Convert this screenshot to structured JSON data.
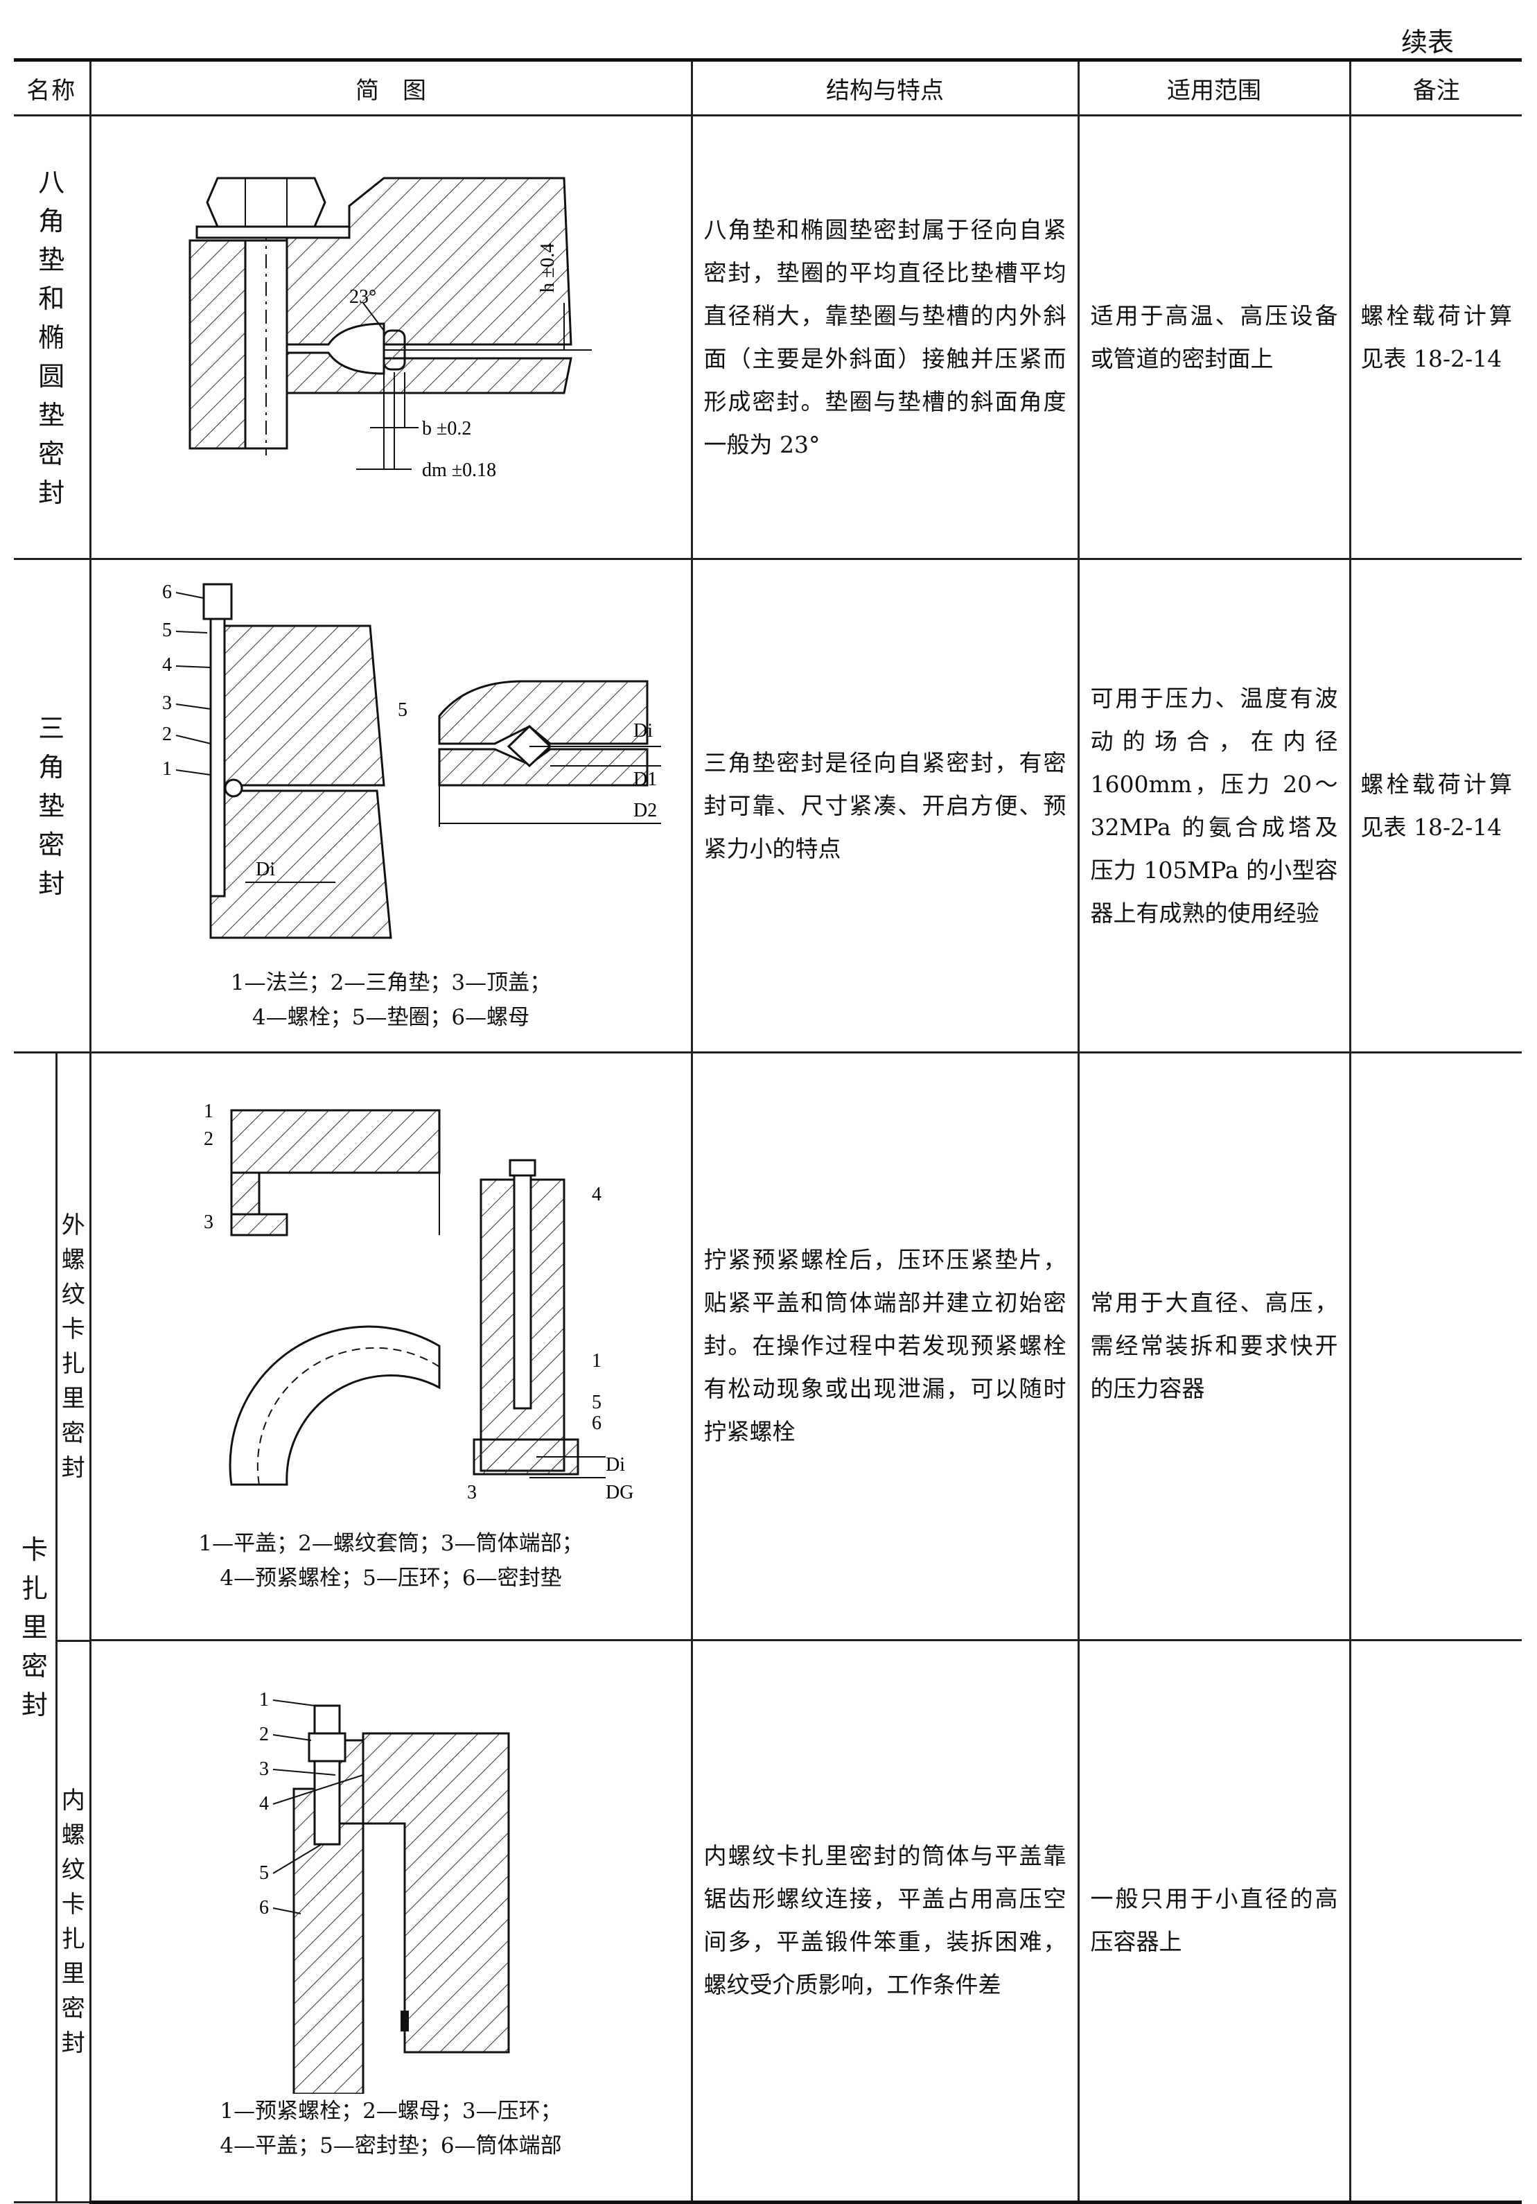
{
  "continuation_label": "续表",
  "headers": {
    "name": "名称",
    "figure": "简　图",
    "structure": "结构与特点",
    "scope": "适用范围",
    "note": "备注"
  },
  "rows": [
    {
      "name": "八角垫和椭圆垫密封",
      "figure_labels": {
        "angle": "23°",
        "h": "h ±0.4",
        "b": "b ±0.2",
        "dm": "dm ±0.18"
      },
      "structure": "八角垫和椭圆垫密封属于径向自紧密封，垫圈的平均直径比垫槽平均直径稍大，靠垫圈与垫槽的内外斜面（主要是外斜面）接触并压紧而形成密封。垫圈与垫槽的斜面角度一般为 23°",
      "scope": "适用于高温、高压设备或管道的密封面上",
      "note": "螺栓载荷计算见表 18-2-14"
    },
    {
      "name": "三角垫密封",
      "figure_labels": {
        "n1": "1",
        "n2": "2",
        "n3": "3",
        "n4": "4",
        "n5": "5",
        "n6": "6",
        "Di": "Di",
        "D1": "D1",
        "D2": "D2",
        "five": "5"
      },
      "caption_line1": "1—法兰；2—三角垫；3—顶盖；",
      "caption_line2": "4—螺栓；5—垫圈；6—螺母",
      "structure": "三角垫密封是径向自紧密封，有密封可靠、尺寸紧凑、开启方便、预紧力小的特点",
      "scope": "可用于压力、温度有波动的场合，在内径 1600mm，压力 20～32MPa 的氨合成塔及压力 105MPa 的小型容器上有成熟的使用经验",
      "note": "螺栓载荷计算见表 18-2-14"
    }
  ],
  "group": {
    "name": "卡扎里密封",
    "sub": [
      {
        "name": "外螺纹卡扎里密封",
        "figure_labels": {
          "n1": "1",
          "n2": "2",
          "n3": "3",
          "n4": "4",
          "n5": "5",
          "n6": "6",
          "Di": "Di",
          "DG": "DG"
        },
        "caption_line1": "1—平盖；2—螺纹套筒；3—筒体端部；",
        "caption_line2": "4—预紧螺栓；5—压环；6—密封垫",
        "structure": "拧紧预紧螺栓后，压环压紧垫片，贴紧平盖和筒体端部并建立初始密封。在操作过程中若发现预紧螺栓有松动现象或出现泄漏，可以随时拧紧螺栓",
        "scope": "常用于大直径、高压，需经常装拆和要求快开的压力容器",
        "note": ""
      },
      {
        "name": "内螺纹卡扎里密封",
        "figure_labels": {
          "n1": "1",
          "n2": "2",
          "n3": "3",
          "n4": "4",
          "n5": "5",
          "n6": "6"
        },
        "caption_line1": "1—预紧螺栓；2—螺母；3—压环；",
        "caption_line2": "4—平盖；5—密封垫；6—筒体端部",
        "structure": "内螺纹卡扎里密封的筒体与平盖靠锯齿形螺纹连接，平盖占用高压空间多，平盖锻件笨重，装拆困难，螺纹受介质影响，工作条件差",
        "scope": "一般只用于小直径的高压容器上",
        "note": ""
      }
    ]
  }
}
